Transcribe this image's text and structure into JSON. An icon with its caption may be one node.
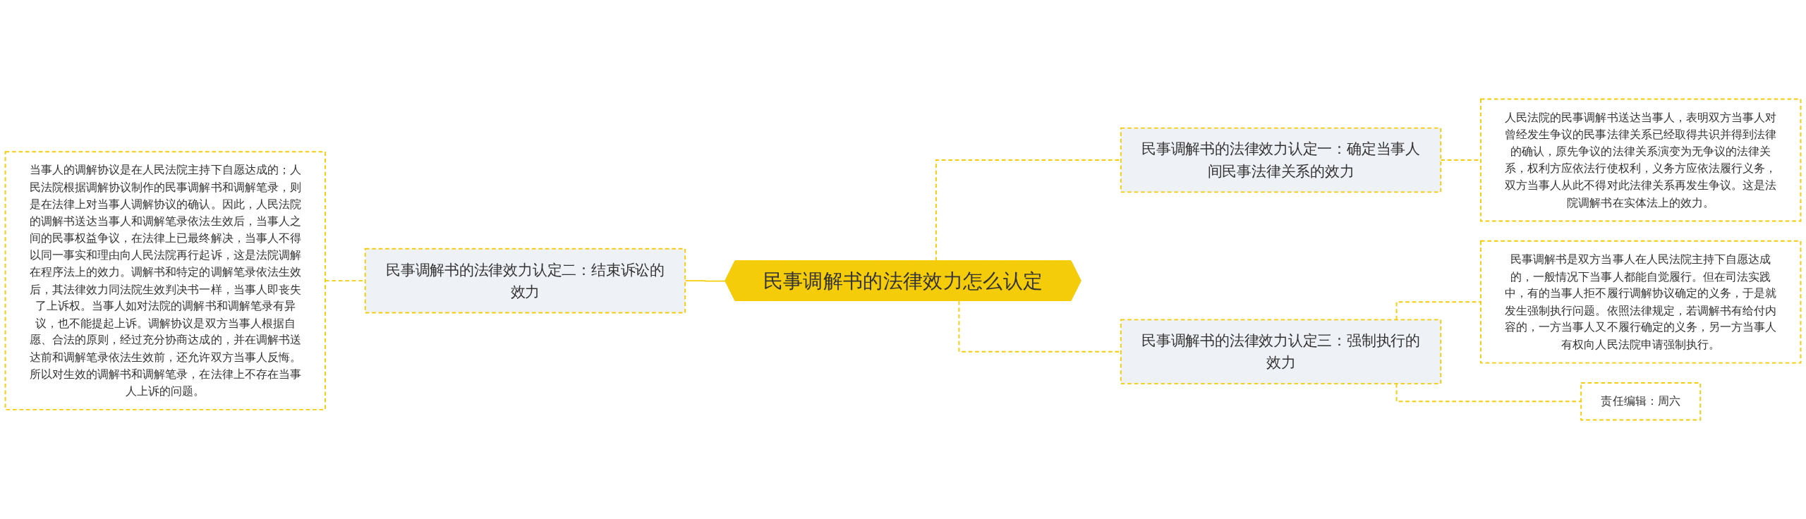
{
  "diagram": {
    "nodes": [
      {
        "text": [
          "民事调解书的法律效力怎么认定"
        ]
      },
      {
        "text": [
          "民事调解书的法律效力认定二：结束诉讼的效力"
        ]
      },
      {
        "text": [
          "当事人的调解协议是在人民法院主持下自愿达成的；人民法院根据调解协议制作的民事调解书和调解笔录，则是在法律上对当事人调解协议的确认。因此，人民法院的调解书送达当事人和调解笔录依法生效后，当事人之间的民事权益争议，在法律上已最终解决，当事人不得以同一事实和理由向人民法院再行起诉，这是法院调解在程序法上的效力。调解书和特定的调解笔录依法生效后，其法律效力同法院生效判决书一样，当事人即丧失了上诉权。当事人如对法院的调解书和调解笔录有异议，也不能提起上诉。调解协议是双方当事人根据自愿、合法的原则，经过充分协商达成的，并在调解书送达前和调解笔录依法生效前，还允许双方当事人反悔。所以对生效的调解书和调解笔录，在法律上不存在当事人上诉的问题。"
        ]
      },
      {
        "text": [
          "民事调解书的法律效力认定一：确定当事人间民事法律关系的效力"
        ]
      },
      {
        "text": [
          "人民法院的民事调解书送达当事人，表明双方当事人对曾经发生争议的民事法律关系已经取得共识并得到法律的确认，原先争议的法律关系演变为无争议的法律关系，权利方应依法行使权利，义务方应依法履行义务，双方当事人从此不得对此法律关系再发生争议。这是法院调解书在实体法上的效力。"
        ]
      },
      {
        "text": [
          "民事调解书的法律效力认定三：强制执行的效力"
        ]
      },
      {
        "text": [
          "民事调解书是双方当事人在人民法院主持下自愿达成的，一般情况下当事人都能自觉履行。但在司法实践中，有的当事人拒不履行调解协议确定的义务，于是就发生强制执行问题。依照法律规定，若调解书有给付内容的，一方当事人又不履行确定的义务，另一方当事人有权向人民法院申请强制执行。"
        ]
      },
      {
        "text": [
          "责任编辑：周六"
        ]
      }
    ],
    "edges": [
      {
        "from": 0,
        "to": 1,
        "arrow": "none"
      },
      {
        "from": 1,
        "to": 2,
        "arrow": "none",
        "style": "dashed"
      },
      {
        "from": 0,
        "to": 3,
        "arrow": "none",
        "style": "dashed"
      },
      {
        "from": 3,
        "to": 4,
        "arrow": "none",
        "style": "dashed"
      },
      {
        "from": 0,
        "to": 5,
        "arrow": "none",
        "style": "dashed"
      },
      {
        "from": 5,
        "to": 6,
        "arrow": "none",
        "style": "dashed"
      },
      {
        "from": 5,
        "to": 7,
        "arrow": "none",
        "style": "dashed"
      }
    ]
  }
}
